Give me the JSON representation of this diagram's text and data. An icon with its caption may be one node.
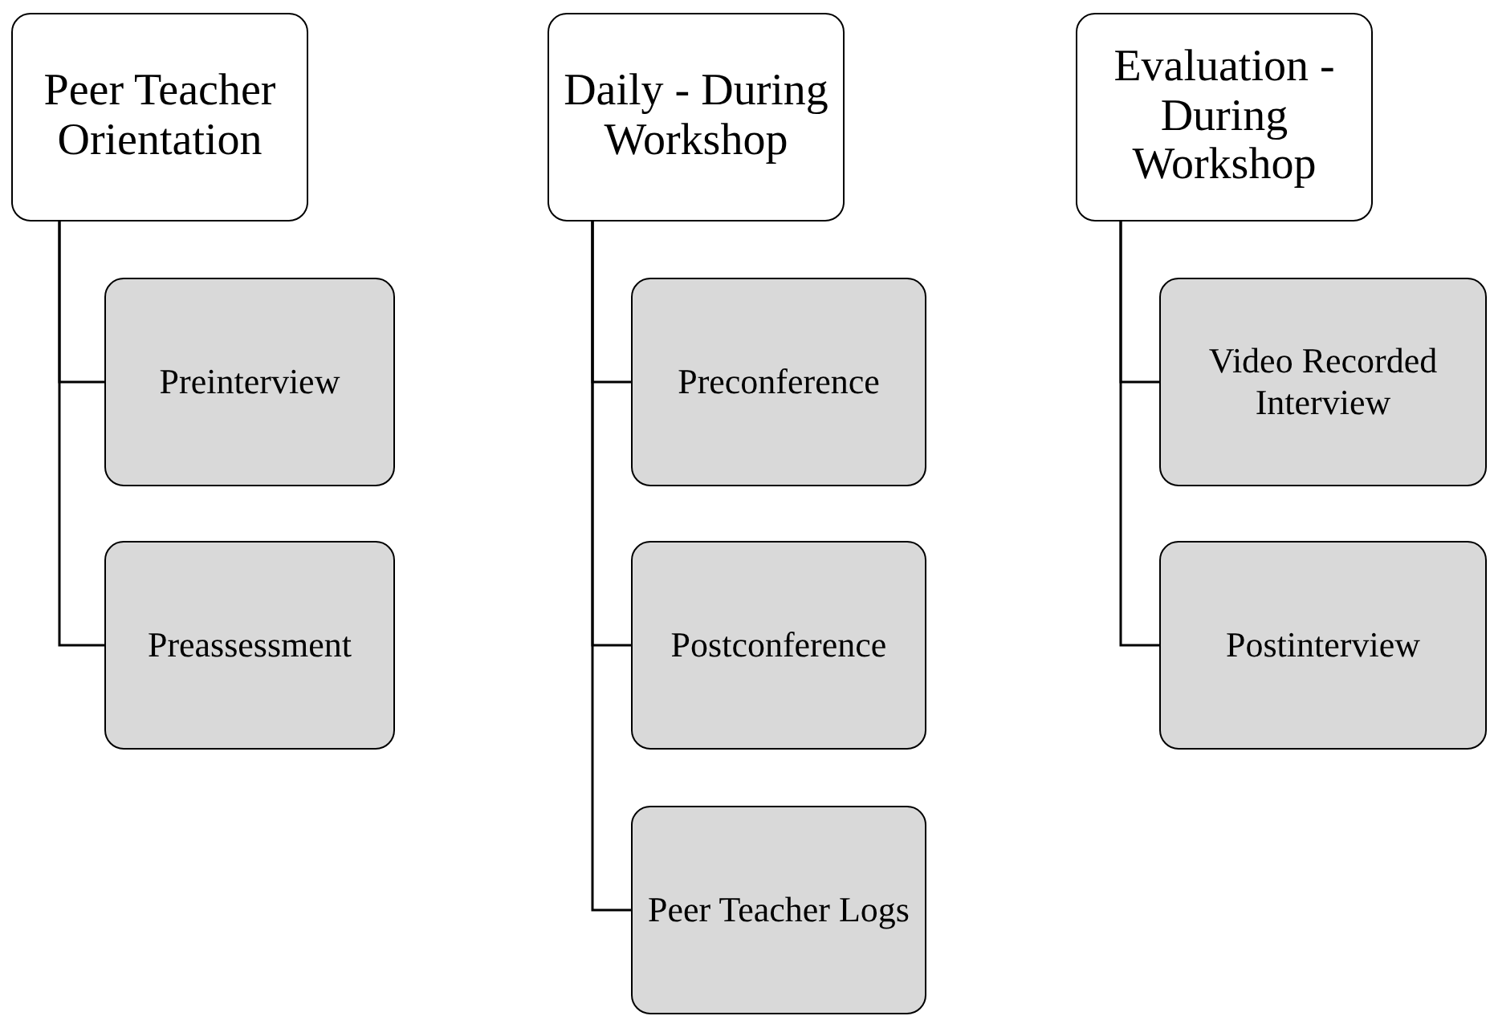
{
  "diagram": {
    "nodes": [
      {
        "text": [
          "Peer Teacher Orientation"
        ]
      },
      {
        "text": [
          "Preinterview"
        ]
      },
      {
        "text": [
          "Preassessment"
        ]
      },
      {
        "text": [
          "Daily - During Workshop"
        ]
      },
      {
        "text": [
          "Preconference"
        ]
      },
      {
        "text": [
          "Postconference"
        ]
      },
      {
        "text": [
          "Peer Teacher Logs"
        ]
      },
      {
        "text": [
          "Evaluation - During Workshop"
        ]
      },
      {
        "text": [
          "Video Recorded Interview"
        ]
      },
      {
        "text": [
          "Postinterview"
        ]
      }
    ],
    "edges": [
      {
        "from": 0,
        "to": 1,
        "arrow": "none"
      },
      {
        "from": 0,
        "to": 2,
        "arrow": "none"
      },
      {
        "from": 3,
        "to": 4,
        "arrow": "none"
      },
      {
        "from": 3,
        "to": 5,
        "arrow": "none"
      },
      {
        "from": 3,
        "to": 6,
        "arrow": "none"
      },
      {
        "from": 7,
        "to": 8,
        "arrow": "none"
      },
      {
        "from": 7,
        "to": 9,
        "arrow": "none"
      }
    ]
  }
}
